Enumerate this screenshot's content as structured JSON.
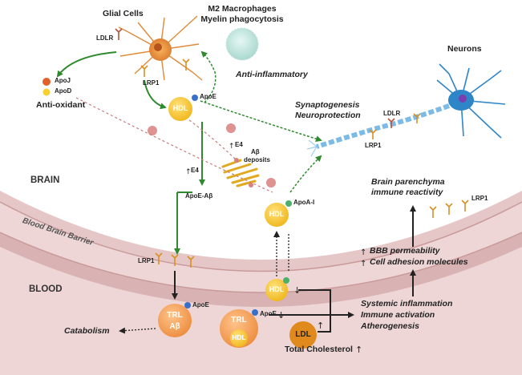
{
  "labels": {
    "glial_cells": "Glial Cells",
    "m2_line1": "M2 Macrophages",
    "m2_line2": "Myelin phagocytosis",
    "neurons": "Neurons",
    "ldlr_glial": "LDLR",
    "lrp1_glial": "LRP1",
    "apoj": "ApoJ",
    "apod": "ApoD",
    "anti_oxidant": "Anti-oxidant",
    "apoe_top": "ApoE",
    "hdl_top": "HDL",
    "anti_inflammatory": "Anti-inflammatory",
    "synaptogenesis": "Synaptogenesis",
    "neuroprotection": "Neuroprotection",
    "ldlr_neuron": "LDLR",
    "lrp1_neuron": "LRP1",
    "e4_upper": "E4",
    "abeta": "Aβ",
    "deposits": "deposits",
    "e4_lower": "E4",
    "brain": "BRAIN",
    "apoe_abeta": "ApoE-Aβ",
    "apoa1": "ApoA-I",
    "hdl_mid": "HDL",
    "brain_parenchyma_1": "Brain parenchyma",
    "brain_parenchyma_2": "immune reactivity",
    "lrp1_right": "LRP1",
    "bbb": "Blood Brain Barrier",
    "lrp1_bbb": "LRP1",
    "bbb_perm": "BBB permeability",
    "cell_adhesion": "Cell adhesion molecules",
    "blood": "BLOOD",
    "hdl_blood": "HDL",
    "systemic_1": "Systemic inflammation",
    "systemic_2": "Immune activation",
    "systemic_3": "Atherogenesis",
    "apoe_trl": "ApoE",
    "trl": "TRL",
    "trl_abeta": "Aβ",
    "catabolism": "Catabolism",
    "apoe_bottom": "ApoE",
    "trl_bottom": "TRL",
    "hdl_bottom": "HDL",
    "ldl": "LDL",
    "total_cholesterol": "Total Cholesterol"
  },
  "colors": {
    "brain_tissue": "#f4e6e6",
    "barrier": "#c99a9a",
    "hdl": "#f5c22c",
    "trl": "#f3a15a",
    "ldl": "#e08a1e",
    "green_arrow": "#2f8a2f",
    "red_dots": "#c97a7a",
    "neuron": "#2e86c9"
  },
  "icons": {
    "trend_down": "down-arrow",
    "trend_up": "up-arrow"
  }
}
